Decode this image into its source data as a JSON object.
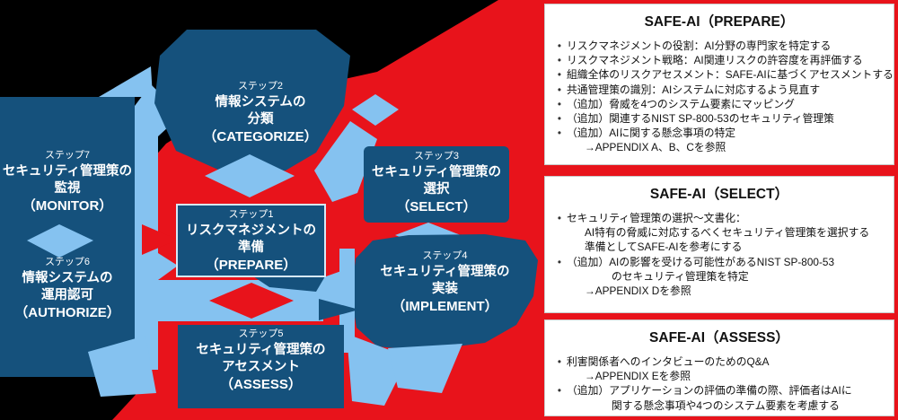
{
  "ui": {
    "bullet_char": "•"
  },
  "colors": {
    "page_bg": "#000000",
    "red": "#E8131B",
    "navy": "#15517C",
    "light_blue": "#85C2F0",
    "panel_bg": "#FFFFFF",
    "prepare_box_border": "#D6E8F7",
    "text_dark": "#111111",
    "text_light": "#FFFFFF"
  },
  "diagram": {
    "steps": [
      {
        "num": "ステップ1",
        "name": "リスクマネジメントの\n準備",
        "en": "（PREPARE）"
      },
      {
        "num": "ステップ2",
        "name": "情報システムの\n分類",
        "en": "（CATEGORIZE）"
      },
      {
        "num": "ステップ3",
        "name": "セキュリティ管理策の\n選択",
        "en": "（SELECT）"
      },
      {
        "num": "ステップ4",
        "name": "セキュリティ管理策の\n実装",
        "en": "（IMPLEMENT）"
      },
      {
        "num": "ステップ5",
        "name": "セキュリティ管理策の\nアセスメント",
        "en": "（ASSESS）"
      },
      {
        "num": "ステップ6",
        "name": "情報システムの\n運用認可",
        "en": "（AUTHORIZE）"
      },
      {
        "num": "ステップ7",
        "name": "セキュリティ管理策の\n監視",
        "en": "（MONITOR）"
      }
    ]
  },
  "panels": [
    {
      "title": "SAFE-AI（PREPARE）",
      "items": [
        {
          "ind": 0,
          "b": true,
          "t": "リスクマネジメントの役割：AI分野の専門家を特定する"
        },
        {
          "ind": 0,
          "b": true,
          "t": "リスクマネジメント戦略：AI関連リスクの許容度を再評価する"
        },
        {
          "ind": 0,
          "b": true,
          "t": "組織全体のリスクアセスメント：SAFE-AIに基づくアセスメントする"
        },
        {
          "ind": 0,
          "b": true,
          "t": "共通管理策の識別：AIシステムに対応するよう見直す"
        },
        {
          "ind": 0,
          "b": true,
          "t": "（追加）脅威を4つのシステム要素にマッピング"
        },
        {
          "ind": 0,
          "b": true,
          "t": "（追加）関連するNIST SP-800-53のセキュリティ管理策"
        },
        {
          "ind": 0,
          "b": true,
          "t": "（追加）AIに関する懸念事項の特定"
        },
        {
          "ind": 1,
          "b": false,
          "t": "→APPENDIX A、B、Cを参照"
        }
      ]
    },
    {
      "title": "SAFE-AI（SELECT）",
      "items": [
        {
          "ind": 0,
          "b": true,
          "t": "セキュリティ管理策の選択～文書化："
        },
        {
          "ind": 1,
          "b": false,
          "t": "AI特有の脅威に対応するべくセキュリティ管理策を選択する"
        },
        {
          "ind": 1,
          "b": false,
          "t": "準備としてSAFE-AIを参考にする"
        },
        {
          "ind": 0,
          "b": true,
          "t": "（追加）AIの影響を受ける可能性があるNIST SP-800-53"
        },
        {
          "ind": 2,
          "b": false,
          "t": "のセキュリティ管理策を特定"
        },
        {
          "ind": 1,
          "b": false,
          "t": "→APPENDIX Dを参照"
        }
      ]
    },
    {
      "title": "SAFE-AI（ASSESS）",
      "items": [
        {
          "ind": 0,
          "b": true,
          "t": "利害関係者へのインタビューのためのQ&A"
        },
        {
          "ind": 1,
          "b": false,
          "t": "→APPENDIX Eを参照"
        },
        {
          "ind": 0,
          "b": true,
          "t": "（追加）アプリケーションの評価の準備の際、評価者はAIに"
        },
        {
          "ind": 2,
          "b": false,
          "t": "関する懸念事項や4つのシステム要素を考慮する"
        }
      ]
    }
  ]
}
